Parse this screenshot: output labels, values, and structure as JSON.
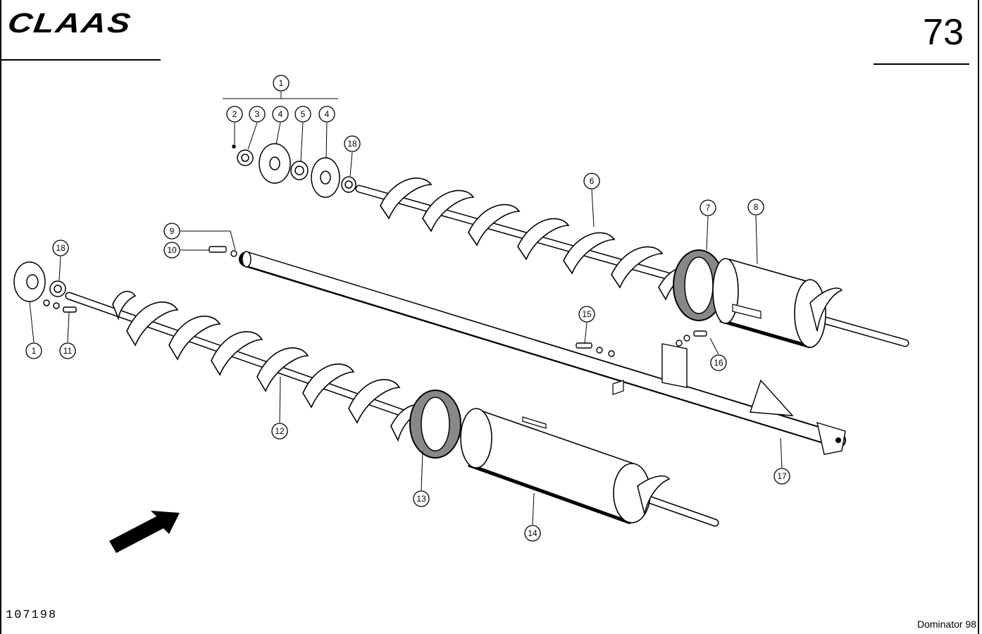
{
  "header": {
    "brand": "CLAAS",
    "page_number": "73"
  },
  "footer": {
    "drawing_number": "107198",
    "model": "Dominator 98"
  },
  "callouts": {
    "c1_top": "1",
    "c2": "2",
    "c3": "3",
    "c4a": "4",
    "c5": "5",
    "c4b": "4",
    "c18_top": "18",
    "c6": "6",
    "c7": "7",
    "c8": "8",
    "c9": "9",
    "c10": "10",
    "c18_left": "18",
    "c1_left": "1",
    "c11": "11",
    "c12": "12",
    "c13": "13",
    "c14": "14",
    "c15": "15",
    "c16": "16",
    "c17": "17"
  },
  "icons": {
    "direction": "direction-arrow-icon"
  }
}
